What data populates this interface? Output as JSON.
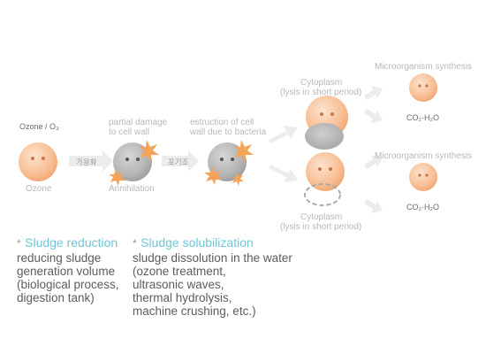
{
  "stages": {
    "ozone": {
      "top_label": "Ozone / O₃",
      "bottom_label": "Ozone"
    },
    "arrow1": {
      "label": "가용화"
    },
    "damage": {
      "top_label_line1": "partial damage",
      "top_label_line2": "to cell wall",
      "bottom_label": "Annihilation"
    },
    "arrow2": {
      "label": "포기조"
    },
    "destruction": {
      "top_label_line1": "estruction of cell",
      "top_label_line2": "wall due to bacteria"
    },
    "cyto_top": {
      "label_line1": "Cytoplasm",
      "label_line2": "(lysis in short period)"
    },
    "cyto_bottom": {
      "label_line1": "Cytoplasm",
      "label_line2": "(lysis in short period)"
    },
    "synth_top": {
      "label": "Microorganism synthesis",
      "product": "CO₂·H₂O"
    },
    "synth_bottom": {
      "label": "Microorganism synthesis",
      "product": "CO₂·H₂O"
    }
  },
  "notes": [
    {
      "marker": "*",
      "title": "Sludge reduction",
      "body": [
        "reducing sludge",
        "generation volume",
        "(biological process,",
        "digestion tank)"
      ]
    },
    {
      "marker": "*",
      "title": "Sludge solubilization",
      "body": [
        "sludge dissolution in the water",
        "(ozone treatment,",
        "ultrasonic waves,",
        "thermal hydrolysis,",
        "machine crushing, etc.)"
      ]
    }
  ],
  "colors": {
    "orange_ball": "#f6b88a",
    "grey_ball": "#b5b5b5",
    "arrow": "#ececec",
    "accent_teal": "#6ec6d8"
  }
}
